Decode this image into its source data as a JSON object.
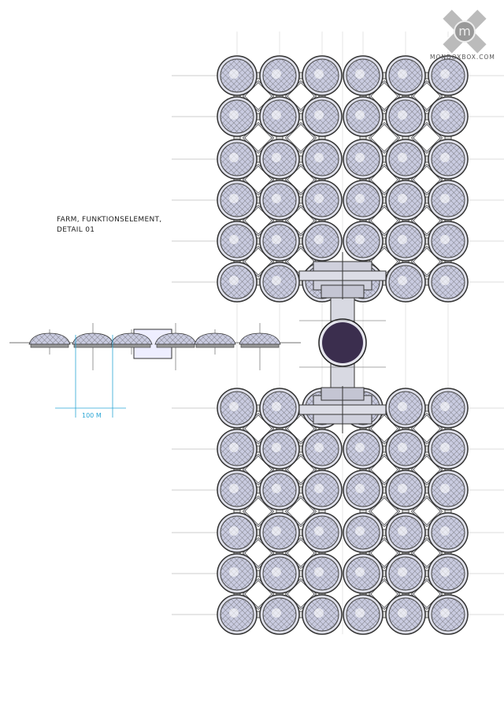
{
  "title": {
    "line1": "FARM, FUNKTIONSELEMENT,",
    "line2": "DETAIL 01"
  },
  "scale": {
    "label": "100 M"
  },
  "watermark": {
    "text": "MONDOXBOX.COM"
  },
  "plan": {
    "blocks": 2,
    "columns_per_half": 3,
    "halves": 2,
    "rows_per_block": 6
  },
  "elevation": {
    "domes": 6
  },
  "colors": {
    "dome_fill": "#c9cbe0",
    "line": "#333333",
    "hub_core": "#3b2e4e",
    "scale": "#2aa6d6"
  }
}
